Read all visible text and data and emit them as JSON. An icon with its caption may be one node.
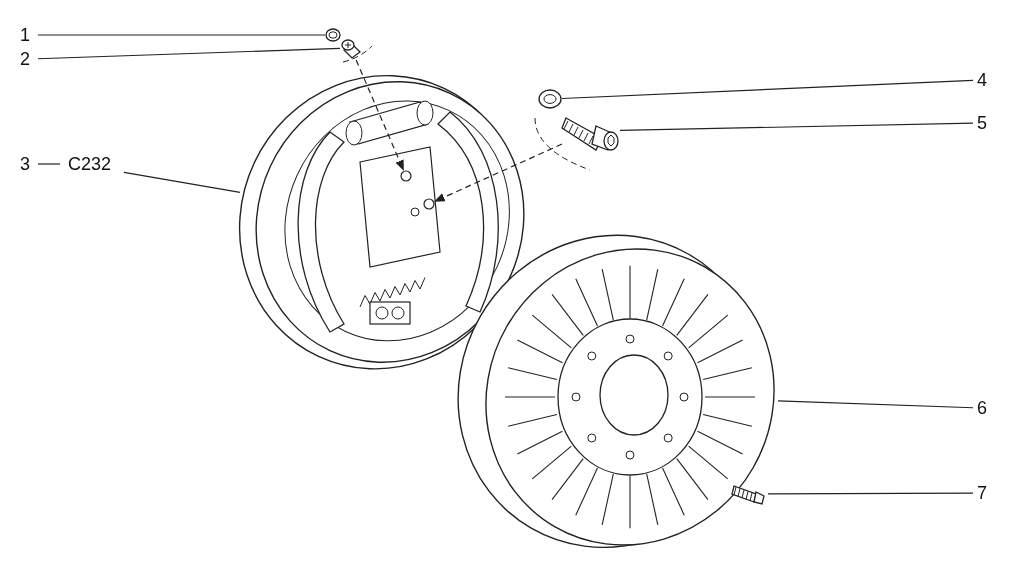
{
  "diagram": {
    "nodes": [
      {
        "text": [
          "1"
        ]
      },
      {
        "text": [],
        "shape": "picture"
      },
      {
        "text": [
          "2"
        ]
      },
      {
        "text": [],
        "shape": "picture"
      },
      {
        "text": [
          "3",
          "C232"
        ]
      },
      {
        "text": [],
        "shape": "picture"
      },
      {
        "text": [],
        "shape": "circle",
        "in": 5
      },
      {
        "text": [],
        "shape": "circle",
        "in": 5
      },
      {
        "text": [
          "4"
        ]
      },
      {
        "text": [],
        "shape": "picture"
      },
      {
        "text": [
          "5"
        ]
      },
      {
        "text": [],
        "shape": "picture"
      },
      {
        "text": [
          "6"
        ]
      },
      {
        "text": [],
        "shape": "picture"
      },
      {
        "text": [
          "7"
        ]
      },
      {
        "text": [],
        "shape": "picture"
      }
    ],
    "edges": [
      {
        "from": 0,
        "to": 1,
        "arrow": "none"
      },
      {
        "from": 2,
        "to": 3,
        "arrow": "none"
      },
      {
        "from": 4,
        "to": 5,
        "arrow": "none"
      },
      {
        "from": 8,
        "to": 9,
        "arrow": "none"
      },
      {
        "from": 10,
        "to": 11,
        "arrow": "none"
      },
      {
        "from": 12,
        "to": 13,
        "arrow": "none"
      },
      {
        "from": 14,
        "to": 15,
        "arrow": "none"
      },
      {
        "from": 3,
        "to": 6,
        "arrow": "to",
        "style": "dashed"
      },
      {
        "from": 11,
        "to": 7,
        "arrow": "to",
        "style": "dashed"
      }
    ]
  }
}
